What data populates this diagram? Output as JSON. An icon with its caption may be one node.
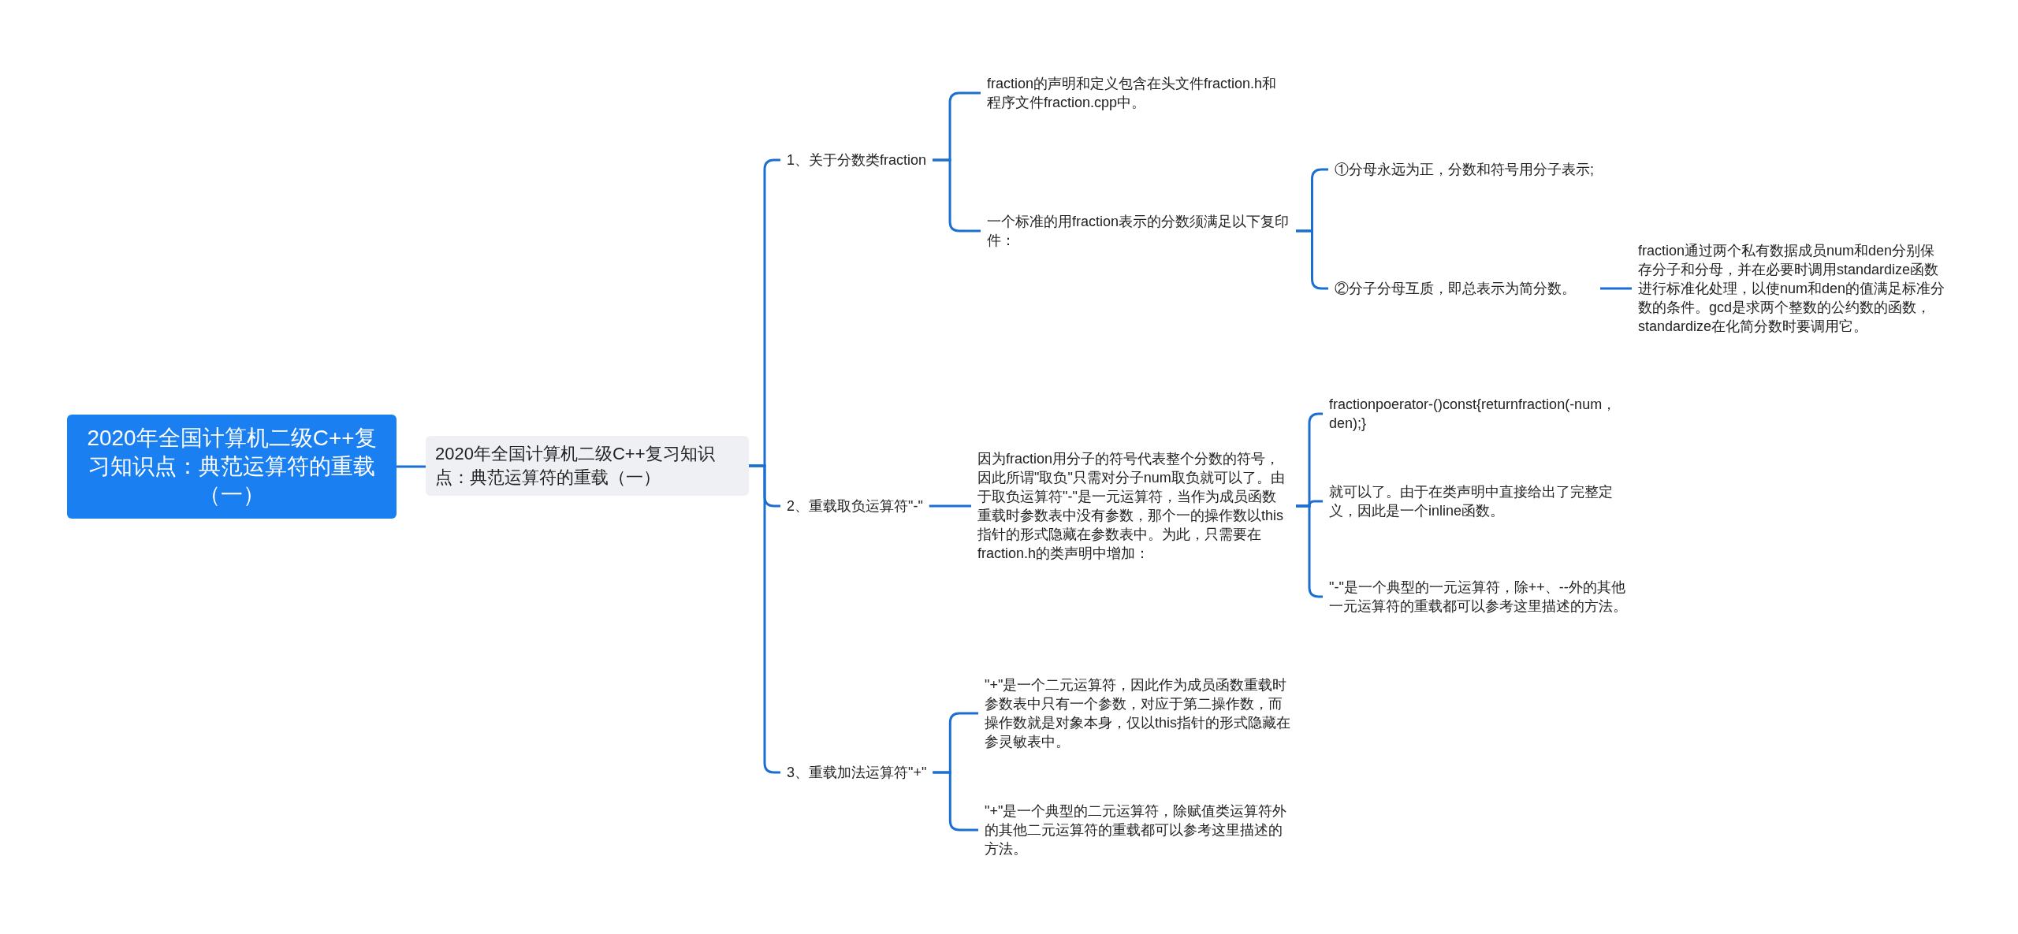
{
  "diagram": {
    "nodes": [
      {
        "text": [
          "2020年全国计算机二级C++复习知识点：典范运算符的重载（一）"
        ]
      },
      {
        "text": [
          "2020年全国计算机二级C++复习知识点：典范运算符的重载（一）"
        ]
      },
      {
        "text": [
          "1、关于分数类fraction"
        ]
      },
      {
        "text": [
          "fraction的声明和定义包含在头文件fraction.h和程序文件fraction.cpp中。"
        ]
      },
      {
        "text": [
          "一个标准的用fraction表示的分数须满足以下复印件："
        ]
      },
      {
        "text": [
          "①分母永远为正，分数和符号用分子表示;"
        ]
      },
      {
        "text": [
          "②分子分母互质，即总表示为简分数。"
        ]
      },
      {
        "text": [
          "fraction通过两个私有数据成员num和den分别保存分子和分母，并在必要时调用standardize函数进行标准化处理，以使num和den的值满足标准分数的条件。gcd是求两个整数的公约数的函数，standardize在化简分数时要调用它。"
        ]
      },
      {
        "text": [
          "2、重载取负运算符\"-\""
        ]
      },
      {
        "text": [
          "因为fraction用分子的符号代表整个分数的符号，因此所谓\"取负\"只需对分子num取负就可以了。由于取负运算符\"-\"是一元运算符，当作为成员函数重载时参数表中没有参数，那个一的操作数以this指针的形式隐藏在参数表中。为此，只需要在fraction.h的类声明中增加："
        ]
      },
      {
        "text": [
          "fractionpoerator-()const{returnfraction(-num，den);}"
        ]
      },
      {
        "text": [
          "就可以了。由于在类声明中直接给出了完整定义，因此是一个inline函数。"
        ]
      },
      {
        "text": [
          "\"-\"是一个典型的一元运算符，除++、--外的其他一元运算符的重载都可以参考这里描述的方法。"
        ]
      },
      {
        "text": [
          "3、重载加法运算符\"+\""
        ]
      },
      {
        "text": [
          "\"+\"是一个二元运算符，因此作为成员函数重载时参数表中只有一个参数，对应于第二操作数，而操作数就是对象本身，仅以this指针的形式隐藏在参灵敏表中。"
        ]
      },
      {
        "text": [
          "\"+\"是一个典型的二元运算符，除赋值类运算符外的其他二元运算符的重载都可以参考这里描述的方法。"
        ]
      }
    ],
    "edges": [
      {
        "from": 0,
        "to": 1,
        "arrow": "none"
      },
      {
        "from": 1,
        "to": 2,
        "arrow": "none"
      },
      {
        "from": 1,
        "to": 8,
        "arrow": "none"
      },
      {
        "from": 1,
        "to": 13,
        "arrow": "none"
      },
      {
        "from": 2,
        "to": 3,
        "arrow": "none"
      },
      {
        "from": 2,
        "to": 4,
        "arrow": "none"
      },
      {
        "from": 4,
        "to": 5,
        "arrow": "none"
      },
      {
        "from": 4,
        "to": 6,
        "arrow": "none"
      },
      {
        "from": 6,
        "to": 7,
        "arrow": "none"
      },
      {
        "from": 8,
        "to": 9,
        "arrow": "none"
      },
      {
        "from": 9,
        "to": 10,
        "arrow": "none"
      },
      {
        "from": 9,
        "to": 11,
        "arrow": "none"
      },
      {
        "from": 9,
        "to": 12,
        "arrow": "none"
      },
      {
        "from": 13,
        "to": 14,
        "arrow": "none"
      },
      {
        "from": 13,
        "to": 15,
        "arrow": "none"
      }
    ]
  }
}
